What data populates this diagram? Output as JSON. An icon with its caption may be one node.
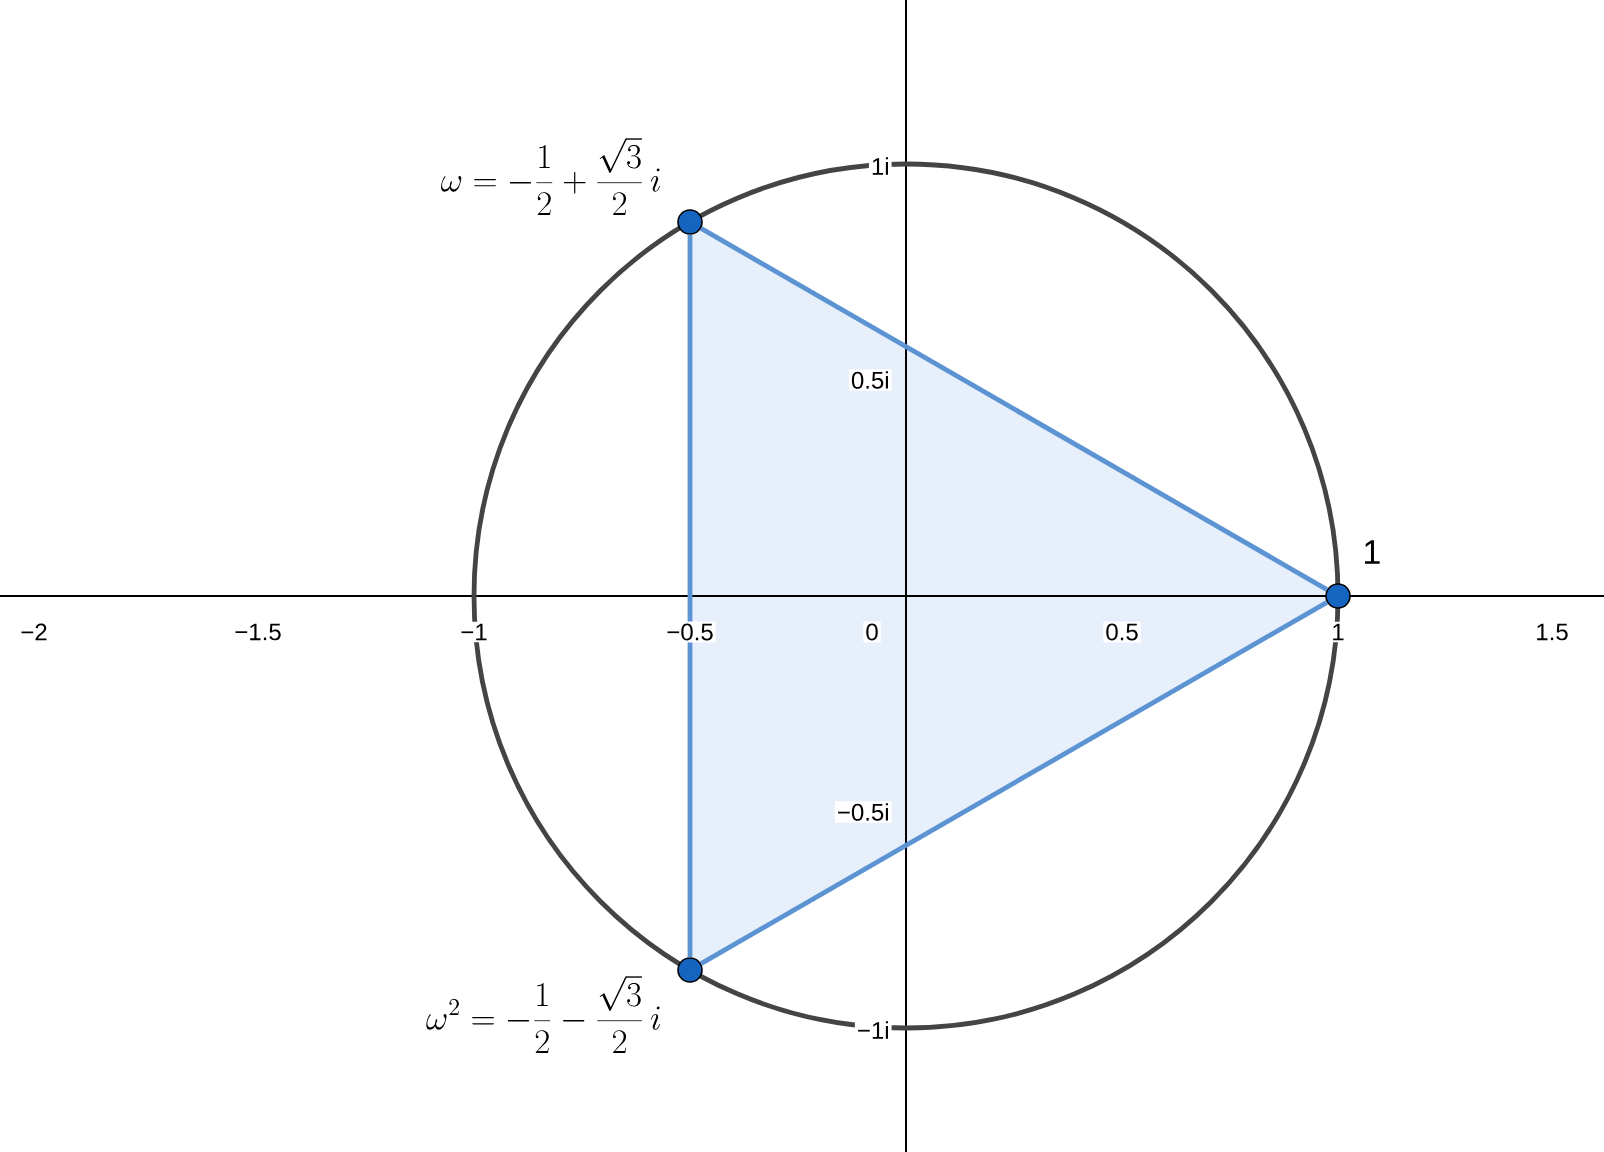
{
  "diagram": {
    "nodes": [
      {
        "text": [],
        "shape": "circle",
        "beside": [
          "\\omega = -\\frac{1}{2} + \\frac{\\sqrt{3}}{2}\\,i"
        ]
      },
      {
        "text": [],
        "shape": "circle",
        "beside": [
          "1"
        ]
      },
      {
        "text": [],
        "shape": "circle",
        "beside": [
          "\\omega^2 = -\\frac{1}{2} - \\frac{\\sqrt{3}}{2}\\,i"
        ]
      }
    ],
    "edges": [
      {
        "from": 0,
        "to": 1,
        "arrow": "none"
      },
      {
        "from": 1,
        "to": 2,
        "arrow": "none"
      },
      {
        "from": 2,
        "to": 0,
        "arrow": "none"
      }
    ],
    "labels": [
      "1i",
      "0.5i",
      "−2",
      "−1.5",
      "−1",
      "−0.5",
      "0",
      "0.5",
      "1",
      "1.5",
      "−0.5i",
      "−1i"
    ]
  }
}
